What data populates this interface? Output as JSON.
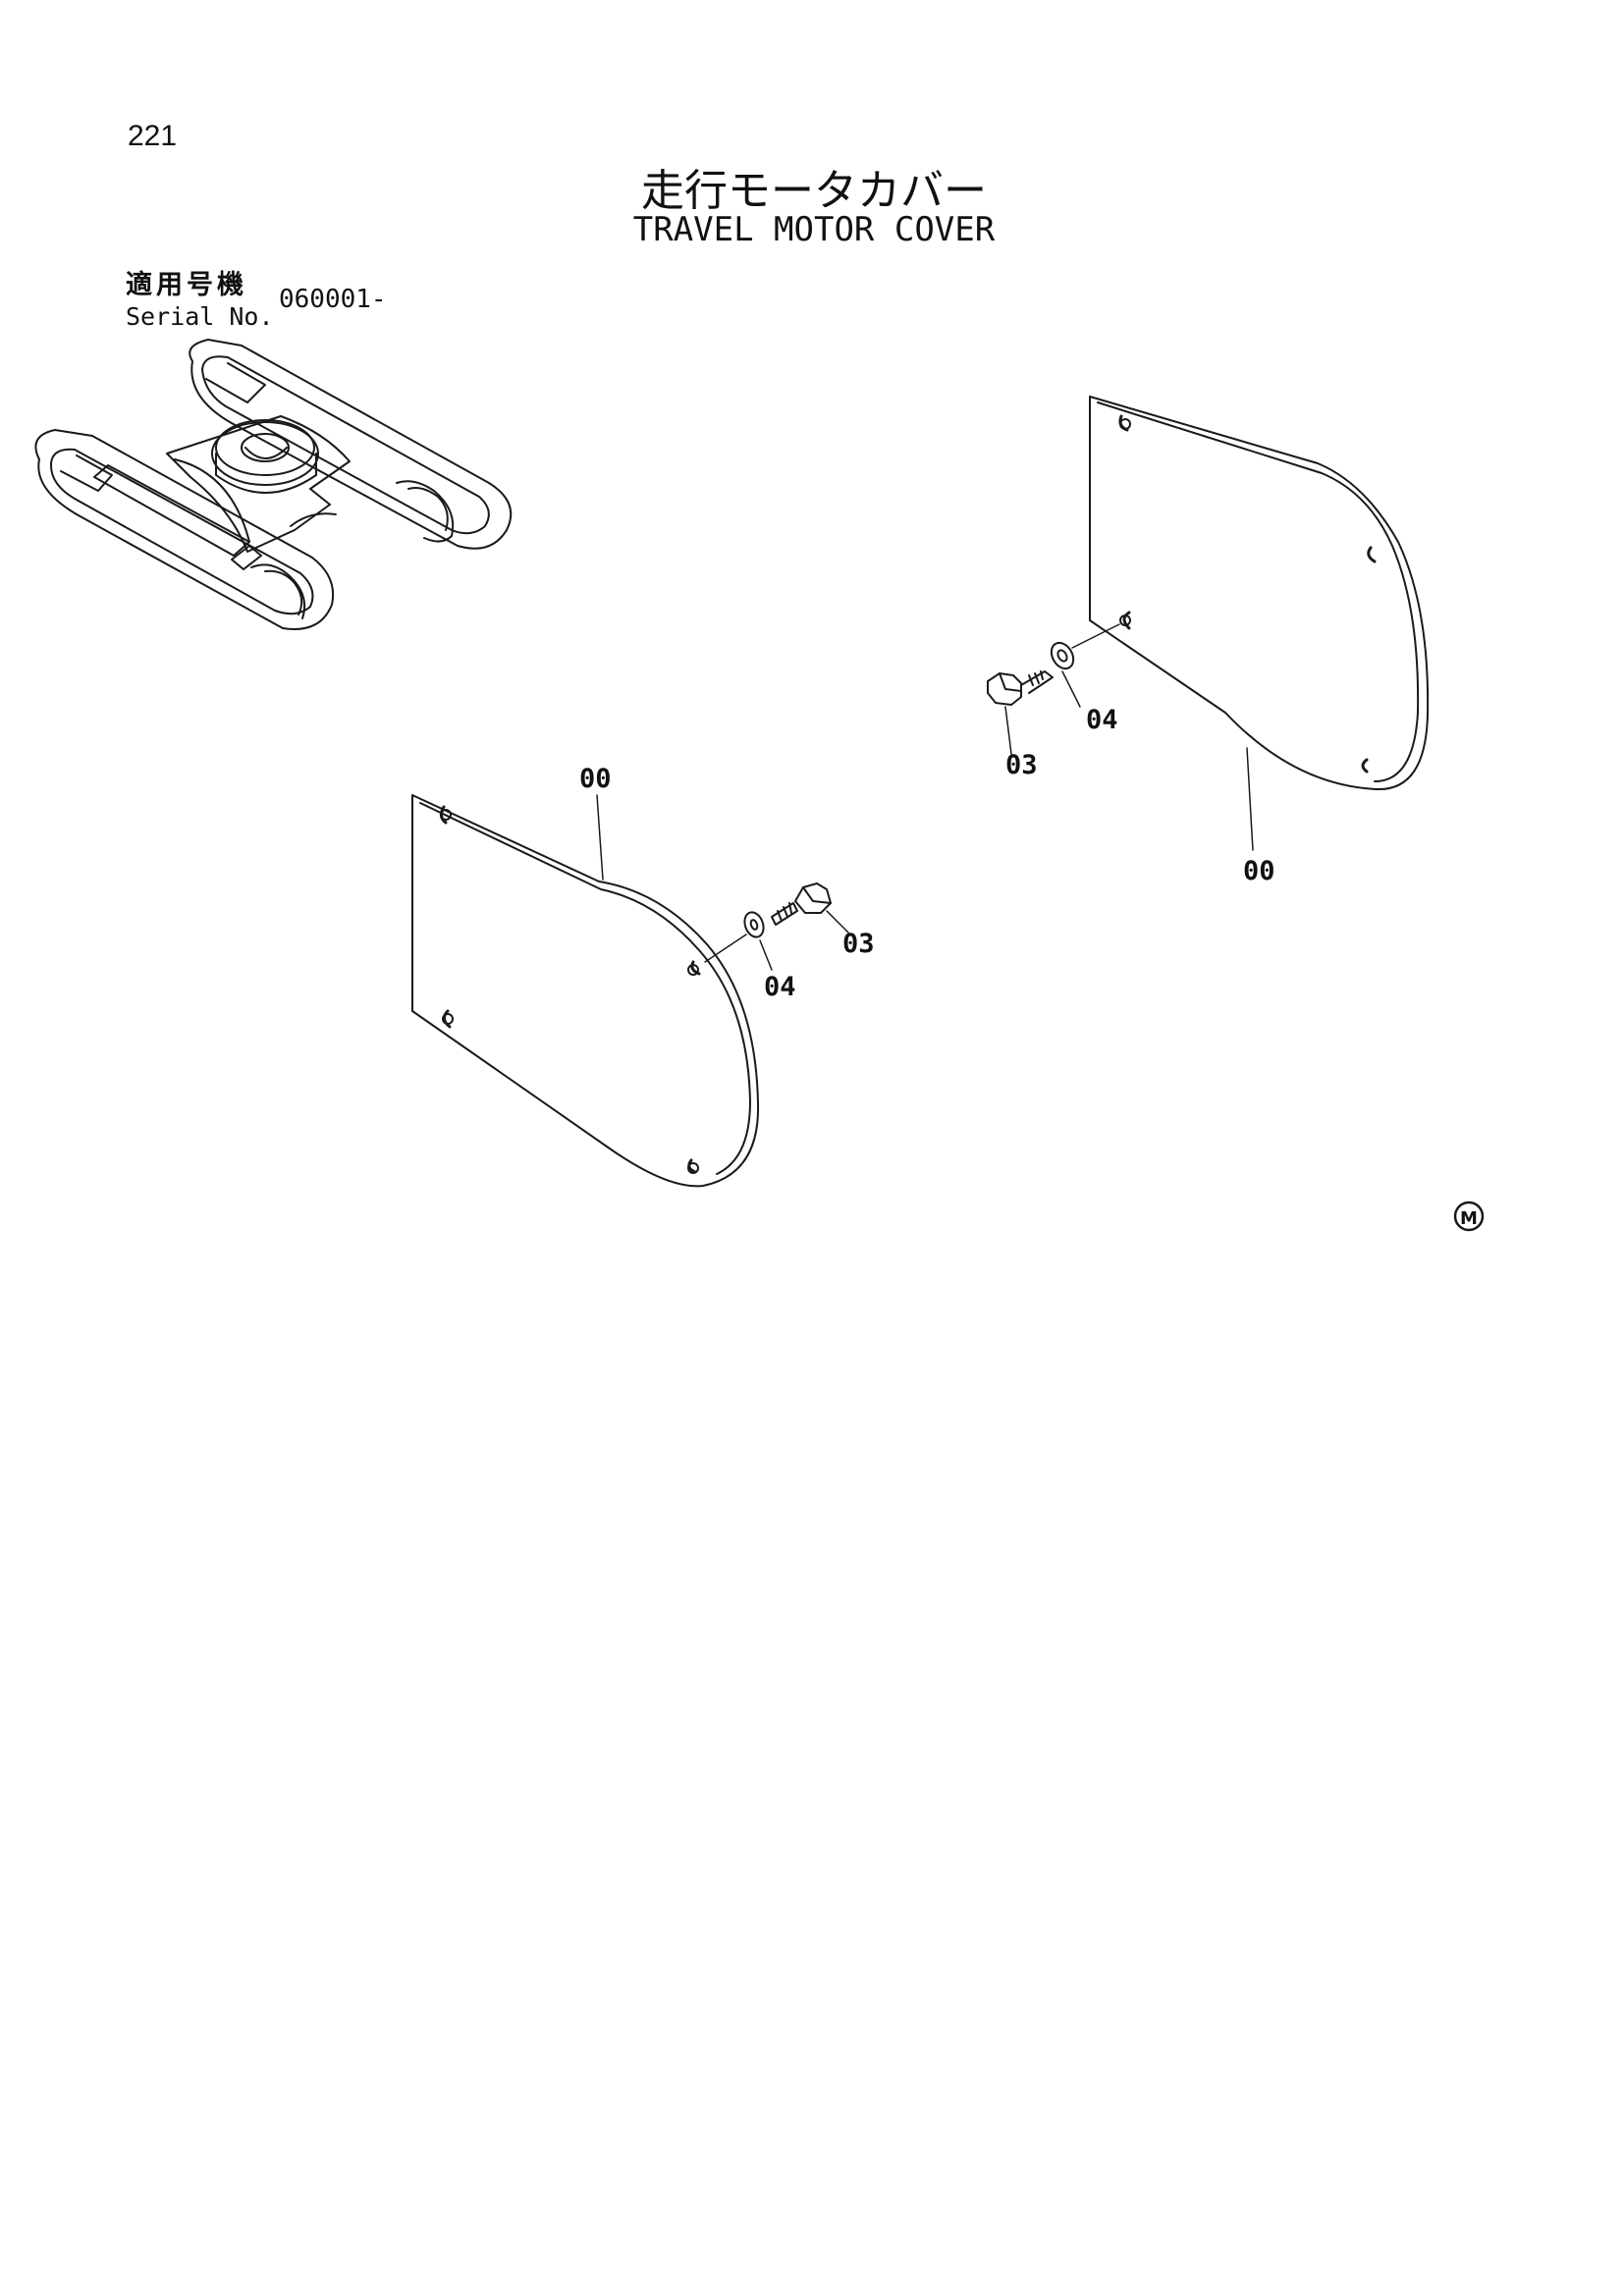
{
  "page_number": "221",
  "title_ja": "走行モータカバー",
  "title_en": "TRAVEL MOTOR COVER",
  "serial": {
    "label_ja": "適用号機",
    "label_en": "Serial No.",
    "value": "060001-"
  },
  "callouts": {
    "cover_left": "00",
    "bolt_left": "03",
    "washer_left": "04",
    "cover_right": "00",
    "bolt_right": "03",
    "washer_right": "04"
  },
  "mark": "M"
}
